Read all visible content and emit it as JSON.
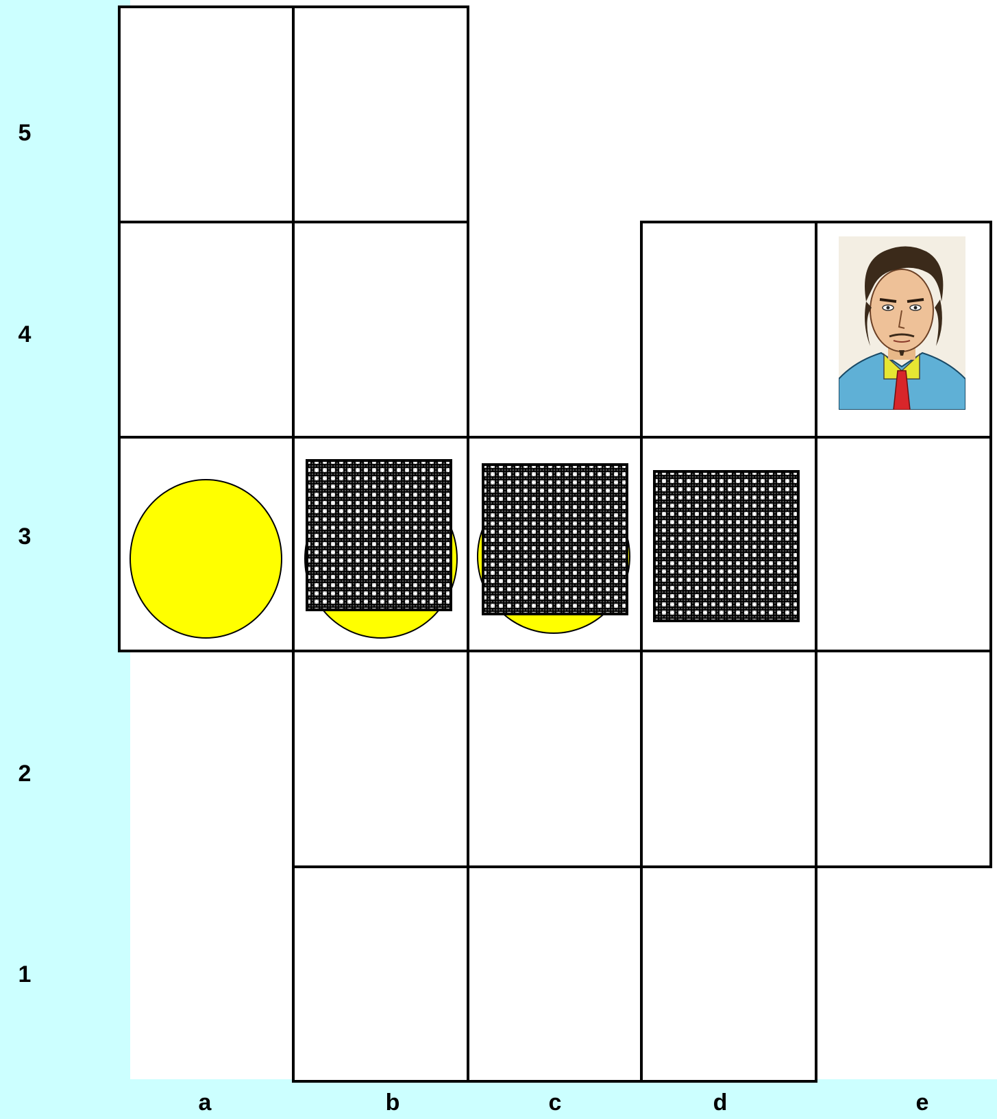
{
  "board": {
    "ranks": [
      "5",
      "4",
      "3",
      "2",
      "1"
    ],
    "files": [
      "a",
      "b",
      "c",
      "d",
      "e"
    ],
    "colors": {
      "background": "#ccffff",
      "goal": "#ffff00",
      "crate": "#000000",
      "grid": "#000000"
    }
  },
  "pieces": {
    "player": {
      "icon": "man-portrait-icon",
      "square": "e4"
    },
    "goals": [
      "a3",
      "b3",
      "c3"
    ],
    "crates": [
      "b3",
      "c3",
      "d3"
    ]
  }
}
